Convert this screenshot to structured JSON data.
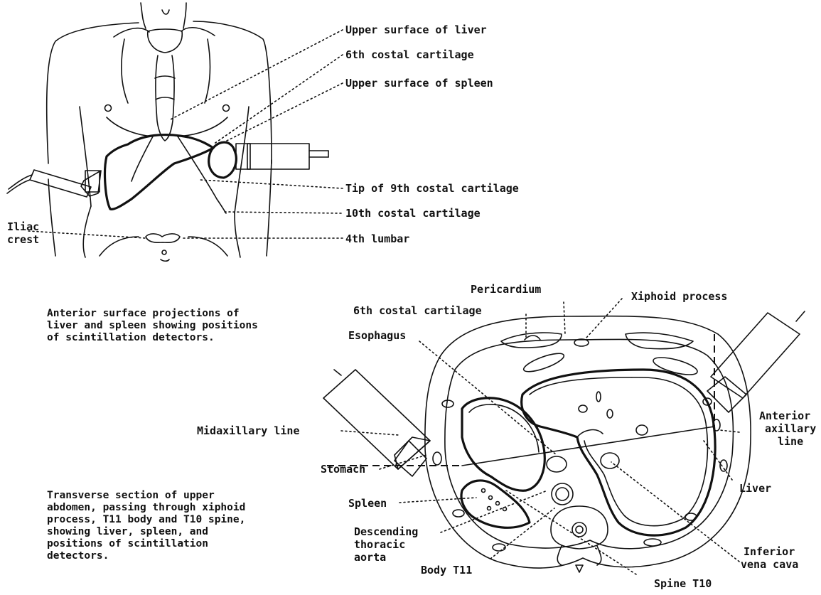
{
  "labels": {
    "upper_surface_liver": "Upper surface of liver",
    "sixth_costal_top": "6th costal cartilage",
    "upper_surface_spleen": "Upper surface of spleen",
    "tip_9th_costal": "Tip of 9th costal cartilage",
    "tenth_costal": "10th costal cartilage",
    "fourth_lumbar": "4th lumbar",
    "iliac_crest_1": "Iliac",
    "iliac_crest_2": "crest",
    "pericardium": "Pericardium",
    "xiphoid_process": "Xiphoid process",
    "sixth_costal_bottom": "6th costal cartilage",
    "esophagus": "Esophagus",
    "midaxillary_line": "Midaxillary line",
    "stomach": "Stomach",
    "spleen": "Spleen",
    "descending_1": "Descending",
    "descending_2": "thoracic",
    "descending_3": "aorta",
    "body_t11": "Body T11",
    "spine_t10": "Spine T10",
    "inferior_vc_1": "Inferior",
    "inferior_vc_2": "vena cava",
    "liver": "Liver",
    "anterior_axillary_1": "Anterior",
    "anterior_axillary_2": "axillary",
    "anterior_axillary_3": "line"
  },
  "captions": {
    "anterior": "Anterior surface projections of\nliver and spleen showing positions\nof scintillation detectors.",
    "transverse": "Transverse section of upper\nabdomen, passing through xiphoid\nprocess, T11 body and T10 spine,\nshowing liver, spleen, and\npositions of scintillation\ndetectors."
  }
}
